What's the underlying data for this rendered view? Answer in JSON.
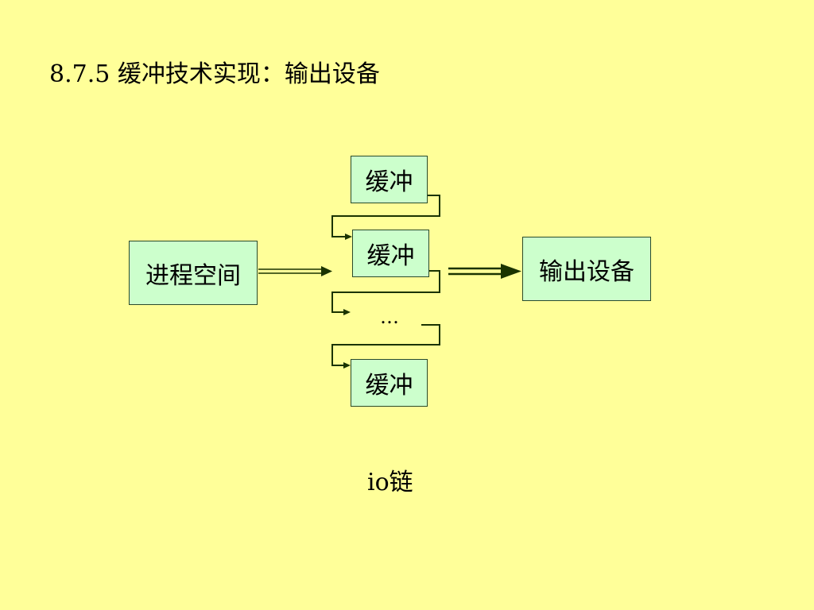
{
  "slide": {
    "title": "8.7.5  缓冲技术实现：输出设备",
    "background": "#ffff99"
  },
  "diagram": {
    "process": "进程空间",
    "output": "输出设备",
    "buffers": [
      "缓冲",
      "缓冲",
      "缓冲"
    ],
    "ellipsis": "…",
    "caption": "io链",
    "box_fill": "#ccffcc",
    "arrow_color": "#1a3300"
  }
}
